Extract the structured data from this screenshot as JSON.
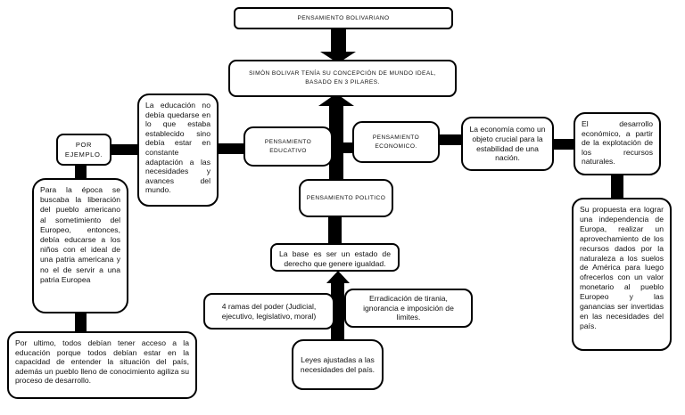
{
  "diagram": {
    "type": "concept-map",
    "topic": "Pensamiento Bolivariano",
    "colors": {
      "background": "#ffffff",
      "node_fill": "#ffffff",
      "node_border": "#000000",
      "connector": "#000000",
      "text": "#111111"
    },
    "nodes": {
      "bolivariano": {
        "text": "PENSAMIENTO BOLIVARIANO"
      },
      "concepcion": {
        "text": "SIMÓN BOLIVAR TENÍA SU CONCEPCIÓN DE MUNDO IDEAL, BASADO EN 3 PILARES."
      },
      "educativo": {
        "text": "PENSAMIENTO EDUCATIVO"
      },
      "economico": {
        "text": "PENSAMIENTO ECONOMICO."
      },
      "politico": {
        "text": "PENSAMIENTO POLITICO"
      },
      "por_ejemplo": {
        "text": "POR EJEMPLO."
      },
      "educacion_detalle": {
        "text": "La educación no debía quedarse en lo que estaba establecido sino debía estar en constante adaptación a las necesidades y avances del mundo."
      },
      "epoca": {
        "text": "Para la época se buscaba la liberación del pueblo americano al sometimiento del Europeo, entonces, debía educarse a los niños con el ideal de una patria americana y no el de servir a una patria Europea"
      },
      "por_ultimo": {
        "text": "Por ultimo, todos debían tener acceso a la educación porque todos debían estar en la capacidad de entender la situación del país, además un pueblo lleno de conocimiento agiliza su proceso de desarrollo."
      },
      "economia_objeto": {
        "text": "La economía como un objeto crucial para la estabilidad de una nación."
      },
      "desarrollo": {
        "text": "El desarrollo económico, a partir de la explotación de los recursos naturales."
      },
      "propuesta": {
        "text": "Su propuesta era lograr una independencia de Europa, realizar un aprovechamiento de los recursos dados por la naturaleza a los suelos de América para luego ofrecerlos con un valor monetario al pueblo Europeo y las ganancias ser invertidas en las necesidades del país."
      },
      "base": {
        "text": "La base es ser un estado de derecho que genere igualdad."
      },
      "ramas": {
        "text": "4 ramas del poder (Judicial, ejecutivo, legislativo, moral)"
      },
      "erradicacion": {
        "text": "Erradicación de tirania, ignorancia e imposición de limites."
      },
      "leyes": {
        "text": "Leyes ajustadas a las necesidades del país."
      }
    }
  }
}
